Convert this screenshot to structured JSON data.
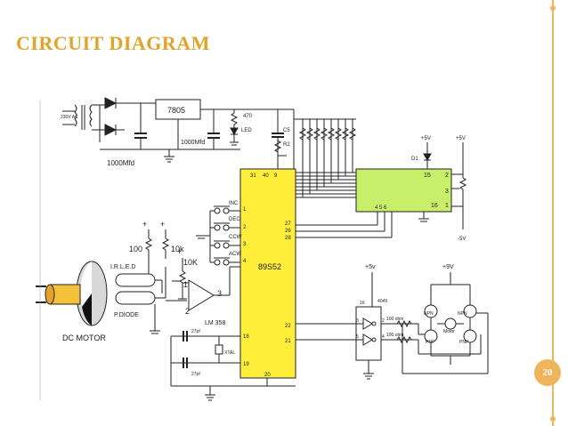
{
  "slide": {
    "title": "CIRCUIT DIAGRAM",
    "page_number": "20",
    "accent_color": "#f0b45a",
    "title_color": "#e0a42a"
  },
  "diagram": {
    "psu_input": "230V AC",
    "regulator": "7805",
    "filter_cap_1": "1000Mfd",
    "filter_cap_2": "1000Mfd",
    "resistor_470": "470",
    "led": "LED",
    "cap_c5": "C5",
    "resistor_r2": "R2",
    "microcontroller": "89S52",
    "mcu_pin_31": "31",
    "mcu_pin_40": "40",
    "mcu_pin_9": "9",
    "mcu_pin_1": "1",
    "mcu_pin_2": "2",
    "mcu_pin_3": "3",
    "mcu_pin_4": "4",
    "mcu_pin_27": "27",
    "mcu_pin_26": "26",
    "mcu_pin_28": "28",
    "mcu_pin_18": "18",
    "mcu_pin_19": "19",
    "mcu_pin_20": "20",
    "mcu_pin_22": "22",
    "mcu_pin_21": "21",
    "switch_inc": "INC",
    "switch_dec": "DEC",
    "switch_ccw": "CCW",
    "switch_acw": "ACW",
    "lcd_pin_15": "15",
    "lcd_pin_16": "16",
    "lcd_pin_1": "1",
    "lcd_pin_2": "2",
    "lcd_pin_3": "3",
    "lcd_pins_456": "4  5  6",
    "d1": "D1",
    "vcc_lcd_1": "+5V",
    "vcc_lcd_2": "+5V",
    "vneg": "-5V",
    "r100": "100",
    "r10k_a": "10k",
    "r10k_b": "10K",
    "irled": "I.R.L.E.D",
    "pdiode": "P.DIODE",
    "motor_label": "DC MOTOR",
    "opamp": "LM 358",
    "opamp_pin_1": "1",
    "opamp_pin_2": "2",
    "opamp_pin_3": "3",
    "xtal": "XTAL",
    "cap_27pf_1": "27pf",
    "cap_27pf_2": "27pf",
    "buffer_vcc": "+5v",
    "buffer_ic": "4049",
    "buffer_pin_16": "16",
    "buffer_pin_3": "3",
    "buffer_pin_5": "5",
    "buffer_pin_2": "2",
    "buffer_pin_4": "4",
    "res_100ohm_1": "100 ohm",
    "res_100ohm_2": "100 ohm",
    "bridge_vcc": "+9V",
    "npn_1": "NPN",
    "npn_2": "NPN",
    "pnp_1": "PNP",
    "pnp_2": "PNP",
    "bridge_motor": "Motor"
  }
}
